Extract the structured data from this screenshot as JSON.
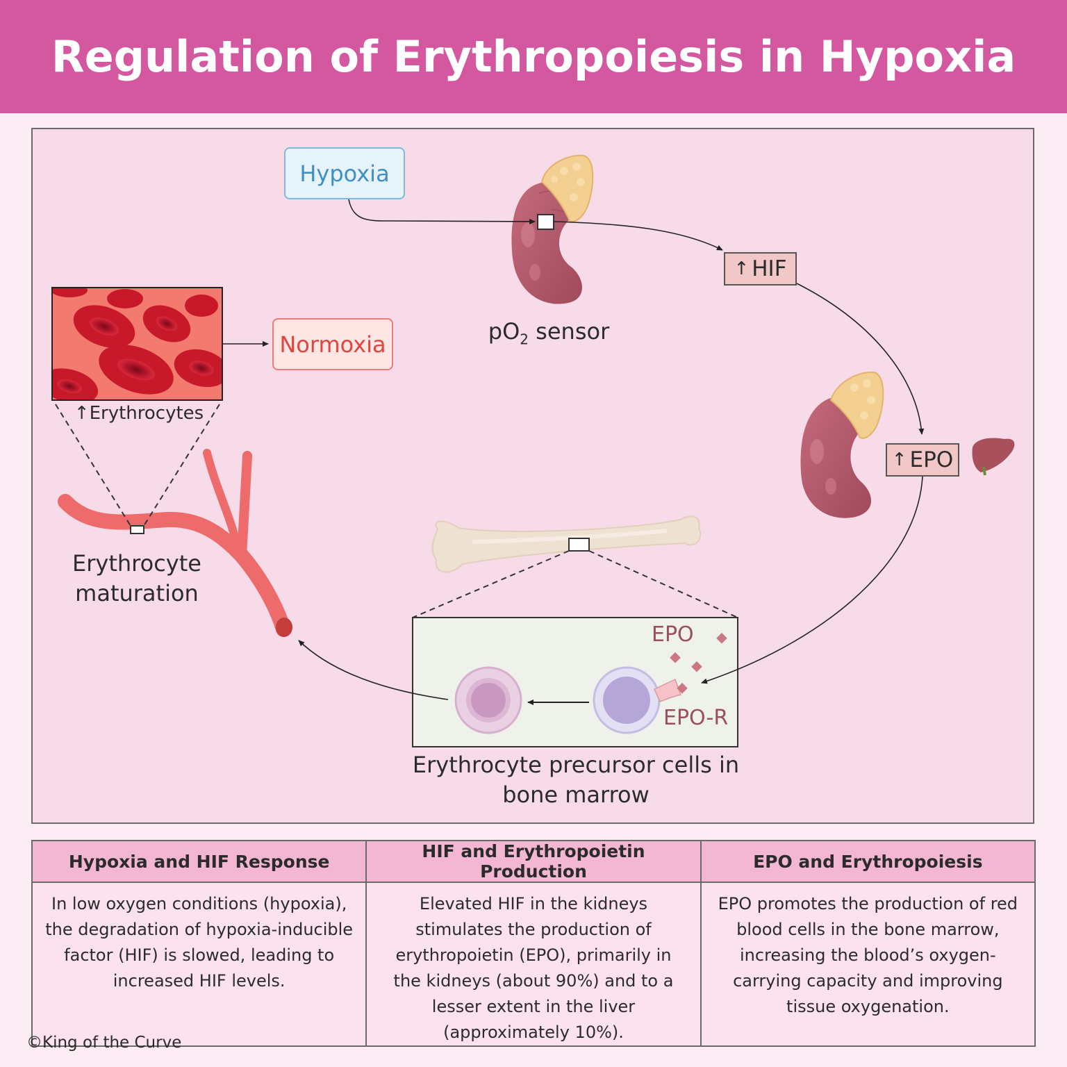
{
  "title": "Regulation of Erythropoiesis in Hypoxia",
  "diagram": {
    "hypoxia_label": "Hypoxia",
    "normoxia_label": "Normoxia",
    "sensor_label_prefix": "pO",
    "sensor_label_sub": "2",
    "sensor_label_suffix": " sensor",
    "hif_label": "HIF",
    "epo_label": "EPO",
    "up_arrow": "↑",
    "erythrocytes_label": "Erythrocytes",
    "maturation_line1": "Erythrocyte",
    "maturation_line2": "maturation",
    "precursor_line1": "Erythrocyte precursor cells in",
    "precursor_line2": "bone marrow",
    "inset_epo_label": "EPO",
    "inset_epor_label": "EPO-R"
  },
  "colors": {
    "header": "#d4589f",
    "panel": "#f8dbe9",
    "hypoxia": "#3f8fc4",
    "normoxia": "#e0463f",
    "kidney": "#b85c6e",
    "adrenal": "#f4cf92",
    "vessel": "#ee6b6b",
    "table_header": "#f3b7d4"
  },
  "table": {
    "headers": [
      "Hypoxia and HIF Response",
      "HIF and Erythropoietin Production",
      "EPO and Erythropoiesis"
    ],
    "cells": [
      "In low oxygen conditions (hypoxia), the degradation of hypoxia-inducible factor (HIF) is slowed, leading to increased HIF levels.",
      "Elevated HIF in the kidneys stimulates the production of erythropoietin (EPO), primarily in the kidneys (about 90%) and to a lesser extent in the liver (approximately 10%).",
      "EPO promotes the production of red blood cells in the bone marrow, increasing the blood’s oxygen-carrying capacity and improving tissue oxygenation."
    ]
  },
  "footer": "©King of the Curve"
}
